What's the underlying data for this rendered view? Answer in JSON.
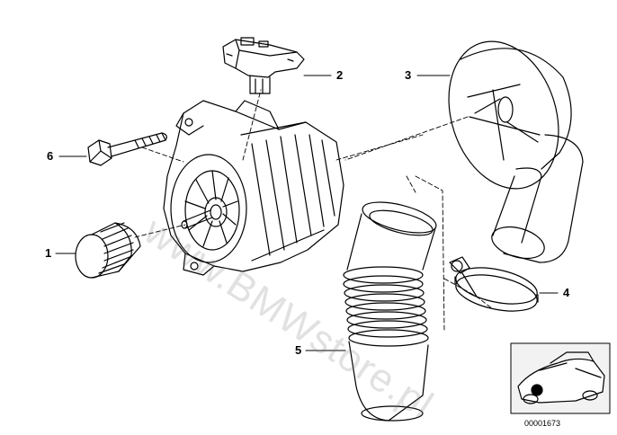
{
  "callouts": {
    "c1": "1",
    "c2": "2",
    "c3": "3",
    "c4": "4",
    "c5": "5",
    "c6": "6"
  },
  "watermark": "www.BMWstore.pl",
  "reference_number": "00001673",
  "colors": {
    "line": "#000000",
    "background": "#ffffff",
    "inset_fill": "#f2f2f2",
    "marker": "#000000"
  }
}
